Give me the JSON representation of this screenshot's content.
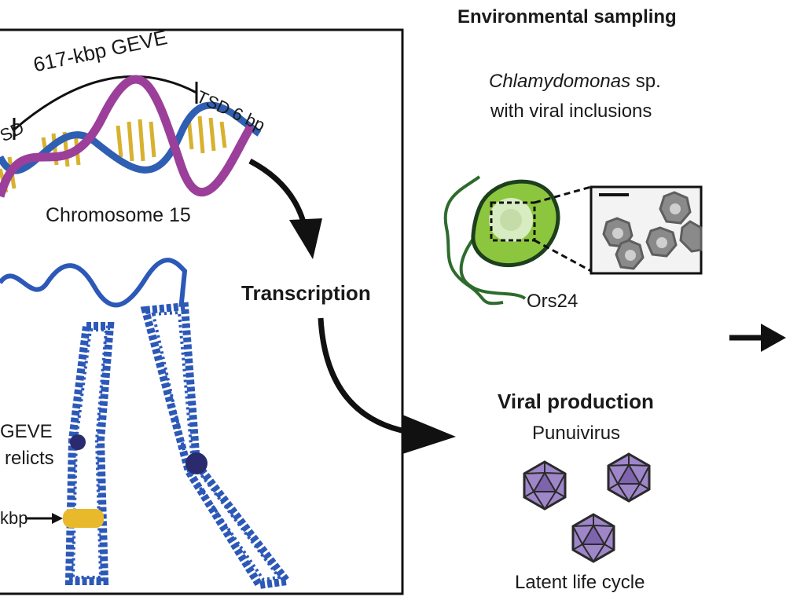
{
  "colors": {
    "dna_blue": "#2f5fb3",
    "dna_purple": "#9b3f9a",
    "dna_gold": "#d8b12e",
    "chromatin_blue": "#2c58b8",
    "centromere": "#2a2a6e",
    "geve_insert": "#e7b92b",
    "algae_green": "#8cc63f",
    "algae_dark": "#2e6b2e",
    "virion_purple": "#9f86c9",
    "box_border": "#111111"
  },
  "genome_panel": {
    "geve_length_label": "617-kbp GEVE",
    "tsd_left_label": "SD",
    "tsd_right_label": "TSD 6 bp",
    "chromosome_label": "Chromosome 15",
    "relicts_label_line1": "GEVE",
    "relicts_label_line2": "relicts",
    "insert_label": "kbp"
  },
  "flow": {
    "transcription_label": "Transcription"
  },
  "sampling": {
    "title": "Environmental sampling",
    "species_italic": "Chlamydomonas",
    "species_suffix": " sp.",
    "species_line2": "with viral inclusions",
    "strain_label": "Ors24"
  },
  "production": {
    "title": "Viral production",
    "virus_name": "Punuivirus",
    "cycle_label": "Latent life cycle",
    "virion_icons": [
      "icosahedral-virion-icon",
      "icosahedral-virion-icon",
      "icosahedral-virion-icon"
    ]
  }
}
